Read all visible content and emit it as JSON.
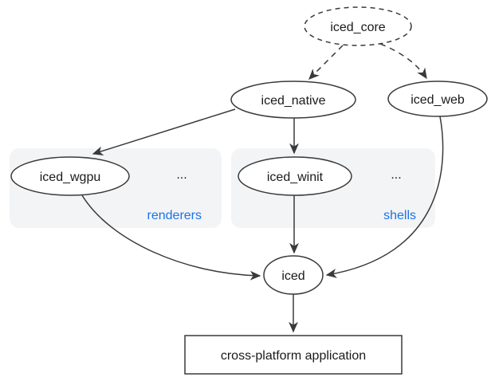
{
  "diagram": {
    "nodes": {
      "iced_core": "iced_core",
      "iced_native": "iced_native",
      "iced_web": "iced_web",
      "iced_wgpu": "iced_wgpu",
      "iced_winit": "iced_winit",
      "iced": "iced",
      "application": "cross-platform application"
    },
    "groups": {
      "renderers": {
        "label": "renderers",
        "more": "..."
      },
      "shells": {
        "label": "shells",
        "more": "..."
      }
    },
    "edges": [
      {
        "from": "iced_core",
        "to": "iced_native",
        "style": "dashed"
      },
      {
        "from": "iced_core",
        "to": "iced_web",
        "style": "dashed"
      },
      {
        "from": "iced_native",
        "to": "iced_wgpu",
        "style": "solid"
      },
      {
        "from": "iced_native",
        "to": "iced_winit",
        "style": "solid"
      },
      {
        "from": "iced_wgpu",
        "to": "iced",
        "style": "solid"
      },
      {
        "from": "iced_winit",
        "to": "iced",
        "style": "solid"
      },
      {
        "from": "iced_web",
        "to": "iced",
        "style": "solid"
      },
      {
        "from": "iced",
        "to": "cross-platform application",
        "style": "solid"
      }
    ],
    "colors": {
      "background": "#ffffff",
      "node_fill": "#ffffff",
      "node_stroke": "#3a3a3a",
      "edge": "#3a3a3a",
      "group_background": "#f3f4f6",
      "group_label": "#1a73e8",
      "label_text": "#1a1a1a"
    }
  }
}
